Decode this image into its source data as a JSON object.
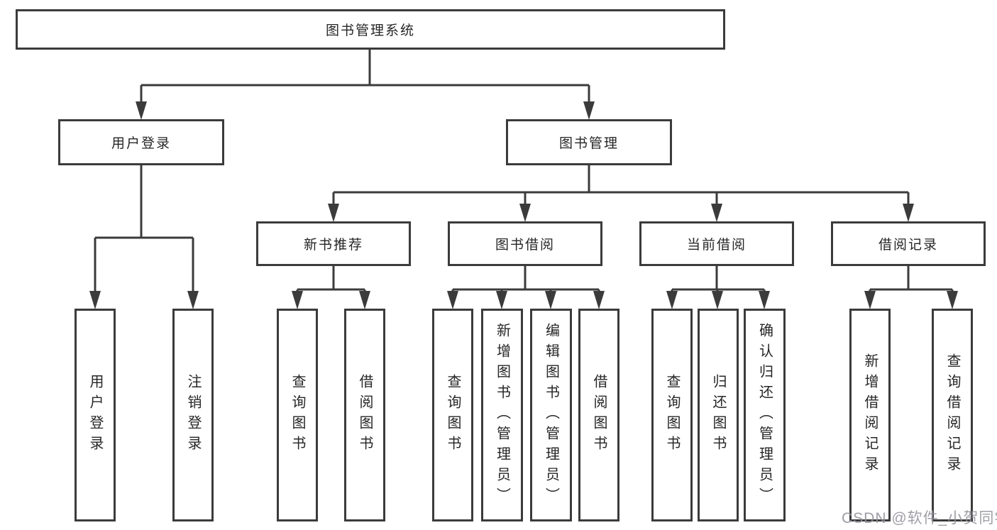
{
  "diagram": {
    "type": "function-tree",
    "colors": {
      "line": "#3b3b3b",
      "box_border": "#3b3b3b",
      "box_fill": "#ffffff",
      "text": "#262626",
      "watermark": "#9494a0"
    },
    "tree": {
      "label": "图书管理系统",
      "children": [
        {
          "label": "用户登录",
          "children": [
            {
              "label": "用户登录"
            },
            {
              "label": "注销登录"
            }
          ]
        },
        {
          "label": "图书管理",
          "children": [
            {
              "label": "新书推荐",
              "children": [
                {
                  "label": "查询图书"
                },
                {
                  "label": "借阅图书"
                }
              ]
            },
            {
              "label": "图书借阅",
              "children": [
                {
                  "label": "查询图书"
                },
                {
                  "label": "新增图书（管理员）"
                },
                {
                  "label": "编辑图书（管理员）"
                },
                {
                  "label": "借阅图书"
                }
              ]
            },
            {
              "label": "当前借阅",
              "children": [
                {
                  "label": "查询图书"
                },
                {
                  "label": "归还图书"
                },
                {
                  "label": "确认归还（管理员）"
                }
              ]
            },
            {
              "label": "借阅记录",
              "children": [
                {
                  "label": "新增借阅记录"
                },
                {
                  "label": "查询借阅记录"
                }
              ]
            }
          ]
        }
      ]
    }
  },
  "watermark": {
    "text": "CSDN @软件_小贺同学"
  }
}
